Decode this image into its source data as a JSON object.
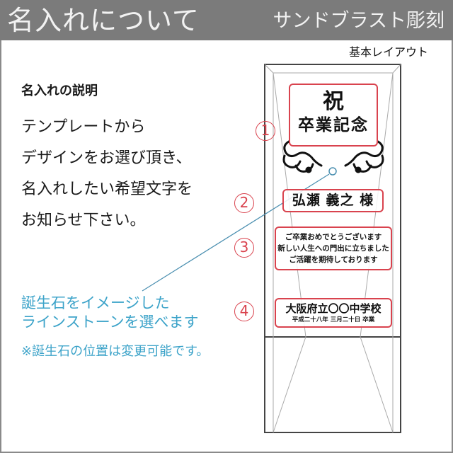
{
  "header": {
    "title": "名入れについて",
    "subtitle": "サンドブラスト彫刻"
  },
  "layout_label": "基本レイアウト",
  "description": {
    "heading": "名入れの説明",
    "lines": [
      "テンプレートから",
      "デザインをお選び頂き、",
      "名入れしたい希望文字を",
      "お知らせ下さい。"
    ]
  },
  "rhinestone_note": {
    "lines": [
      "誕生石をイメージした",
      "ラインストーンを選べます"
    ],
    "footnote": "※誕生石の位置は変更可能です。"
  },
  "trophy": {
    "plate1": {
      "title": "祝",
      "subtitle": "卒業記念"
    },
    "plate2": {
      "name": "弘瀬 義之 様"
    },
    "plate3": {
      "lines": [
        "ご卒業おめでとうございます",
        "新しい人生への門出に立ちました",
        "ご活躍を期待しております"
      ]
    },
    "plate4": {
      "school": "大阪府立〇〇中学校",
      "date": "平成二十八年 三月二十日 卒業"
    }
  },
  "markers": [
    "1",
    "2",
    "3",
    "4"
  ],
  "colors": {
    "header_bg": "#7b7b7b",
    "accent_red": "#d9434e",
    "note_blue": "#3ca3c9",
    "outline": "#444444"
  }
}
